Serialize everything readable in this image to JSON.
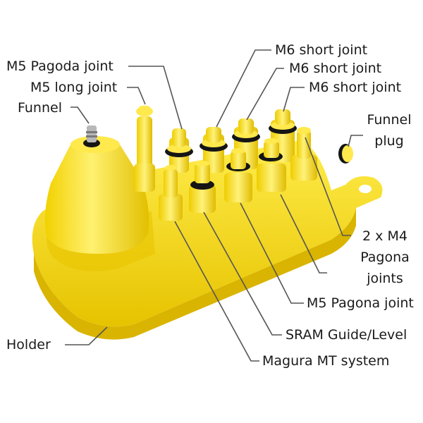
{
  "colors": {
    "body": "#fbe22a",
    "shade": "#e9c700",
    "deep": "#d2ad00",
    "light": "#fff37a",
    "ring": "#151515",
    "leader": "#555555"
  },
  "labels": {
    "pagoda_m5": "M5 Pagoda joint",
    "long_m5": "M5 long joint",
    "funnel": "Funnel",
    "m6_short_1": "M6 short joint",
    "m6_short_2": "M6 short joint",
    "m6_short_3": "M6 short joint",
    "funnel_plug": [
      "Funnel",
      "plug"
    ],
    "m4_pagona": [
      "2 x M4",
      "Pagona",
      "joints"
    ],
    "m5_pagona": "M5 Pagona joint",
    "sram": "SRAM Guide/Level",
    "magura": "Magura MT system",
    "holder": "Holder"
  },
  "icons": [
    "funnel-icon",
    "adapter-icon",
    "holder-icon"
  ]
}
